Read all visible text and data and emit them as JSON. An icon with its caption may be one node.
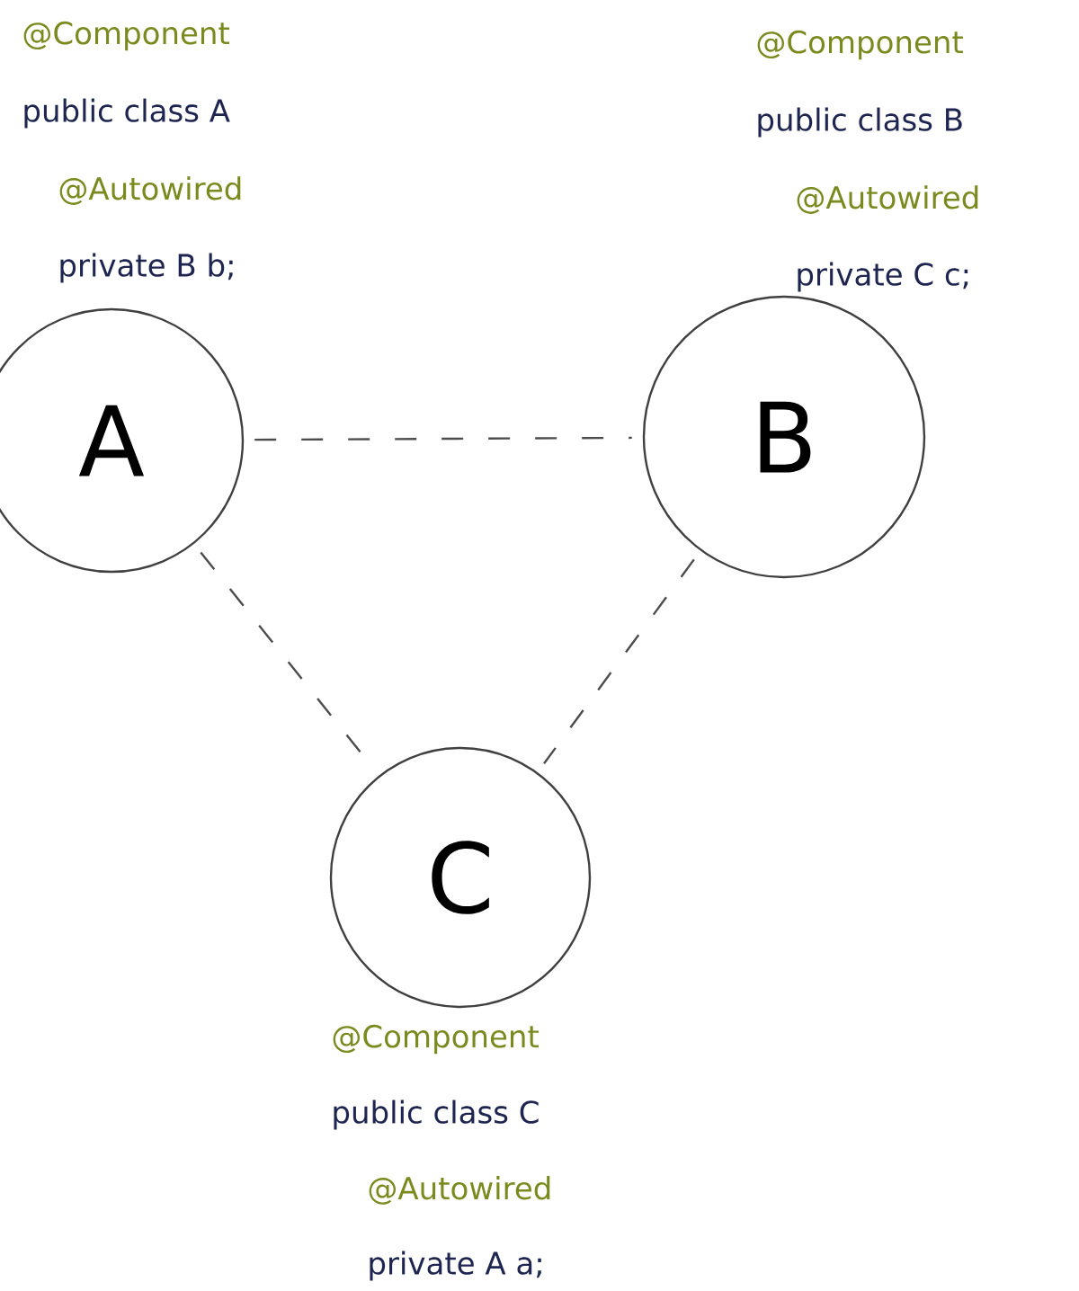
{
  "diagram": {
    "nodes": [
      {
        "text": [
          "A"
        ],
        "beside": [
          "@Component",
          "public class A",
          "@Autowired",
          "private B b;"
        ]
      },
      {
        "text": [
          "B"
        ],
        "beside": [
          "@Component",
          "public class B",
          "@Autowired",
          "private C c;"
        ]
      },
      {
        "text": [
          "C"
        ],
        "beside": [
          "@Component",
          "public class C",
          "@Autowired",
          "private A a;"
        ]
      }
    ],
    "edges": [
      {
        "from": 0,
        "to": 1,
        "arrow": "none",
        "style": "dashed"
      },
      {
        "from": 0,
        "to": 2,
        "arrow": "none",
        "style": "dashed"
      },
      {
        "from": 1,
        "to": 2,
        "arrow": "none",
        "style": "dashed"
      }
    ]
  }
}
